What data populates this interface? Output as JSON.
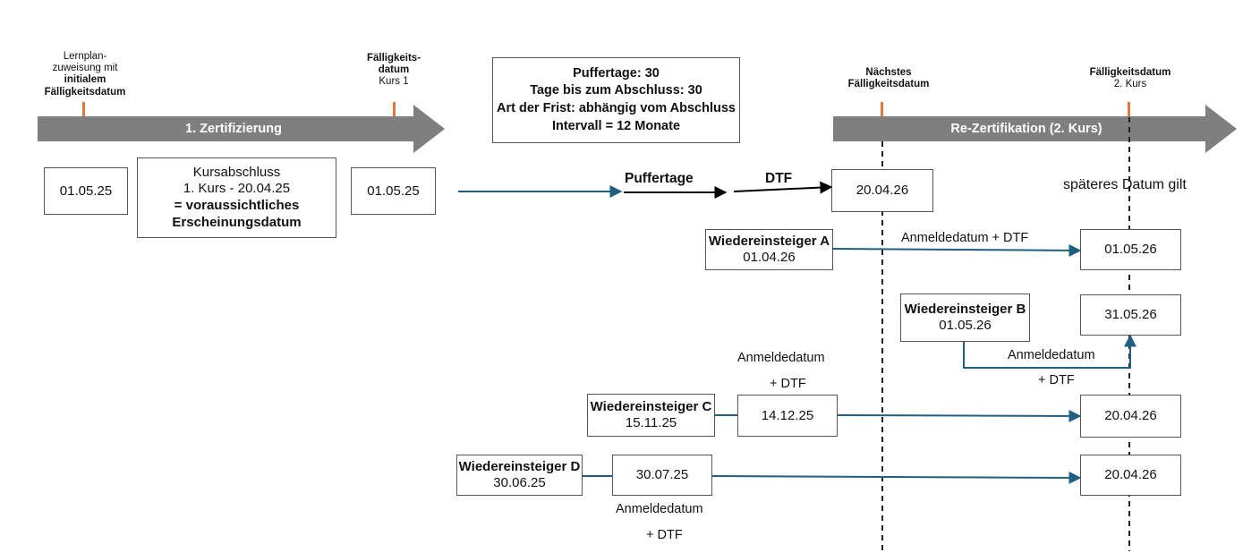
{
  "colors": {
    "bar": "#7f7f7f",
    "tick": "#e07a3c",
    "connector": "#1f5f80",
    "box_border": "#555555"
  },
  "top_labels": {
    "lernplan_line1": "Lernplan-",
    "lernplan_line2": "zuweisung mit",
    "lernplan_line3": "initialem",
    "lernplan_line4": "Fälligkeitsdatum",
    "faellig1_line1": "Fälligkeits-",
    "faellig1_line2": "datum",
    "faellig1_line3": "Kurs 1",
    "naechstes_line1": "Nächstes",
    "naechstes_line2": "Fälligkeitsdatum",
    "faellig2_line1": "Fälligkeitsdatum",
    "faellig2_line2": "2. Kurs"
  },
  "bars": {
    "first": "1. Zertifizierung",
    "second": "Re-Zertifikation (2. Kurs)"
  },
  "info_box": {
    "line1": "Puffertage: 30",
    "line2": "Tage bis zum Abschluss: 30",
    "line3": "Art der Frist: abhängig vom Abschluss",
    "line4": "Intervall = 12 Monate"
  },
  "first_cycle": {
    "start_date": "01.05.25",
    "course_line1": "Kursabschluss",
    "course_line2": "1. Kurs - 20.04.25",
    "course_line3": "= voraussichtliches",
    "course_line4": "Erscheinungsdatum",
    "due_date": "01.05.25"
  },
  "timeline": {
    "puffertage": "Puffertage",
    "dtf": "DTF",
    "next_due": "20.04.26",
    "later_date_rule": "späteres Datum gilt"
  },
  "reentrants": {
    "a": {
      "name": "Wiedereinsteiger A",
      "date": "01.04.26",
      "label": "Anmeldedatum + DTF",
      "result": "01.05.26"
    },
    "b": {
      "name": "Wiedereinsteiger B",
      "date": "01.05.26",
      "label_line1": "Anmeldedatum",
      "label_line2": "+ DTF",
      "result": "31.05.26"
    },
    "c": {
      "name": "Wiedereinsteiger C",
      "date": "15.11.25",
      "label_line1": "Anmeldedatum",
      "label_line2": "+ DTF",
      "mid": "14.12.25",
      "result": "20.04.26"
    },
    "d": {
      "name": "Wiedereinsteiger D",
      "date": "30.06.25",
      "mid": "30.07.25",
      "label_line1": "Anmeldedatum",
      "label_line2": "+ DTF",
      "result": "20.04.26"
    }
  }
}
